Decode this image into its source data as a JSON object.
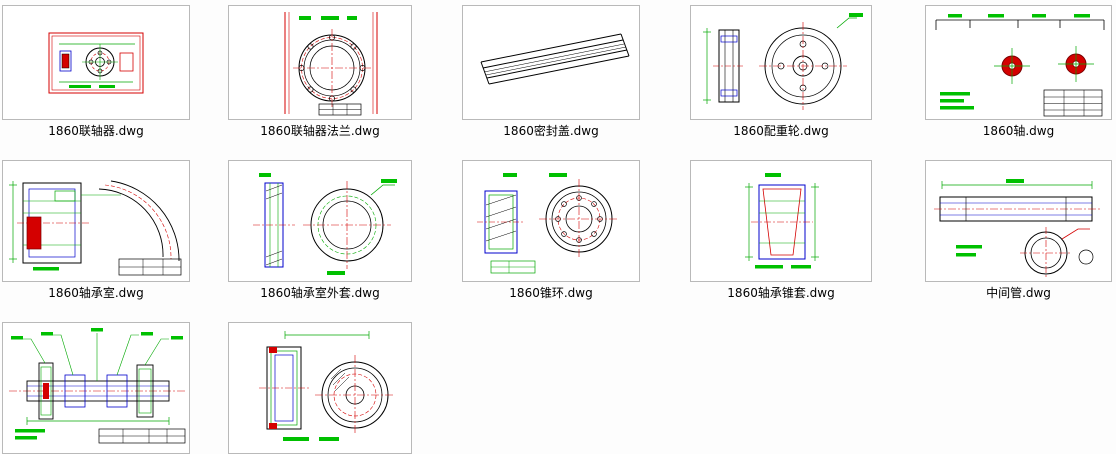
{
  "window": {
    "background": "#fdfdfd",
    "thumb_background": "#ffffff",
    "thumb_border": "#b9b9b9"
  },
  "cad_colors": {
    "red": "#d40000",
    "green": "#00a800",
    "bright_green": "#00c000",
    "blue": "#0000cc",
    "black": "#000000",
    "dark_red": "#aa0000"
  },
  "files": [
    {
      "caption": "1860联轴器.dwg",
      "drawing": "coupling"
    },
    {
      "caption": "1860联轴器法兰.dwg",
      "drawing": "coupling-flange"
    },
    {
      "caption": "1860密封盖.dwg",
      "drawing": "seal-cover"
    },
    {
      "caption": "1860配重轮.dwg",
      "drawing": "counterweight-wheel"
    },
    {
      "caption": "1860轴.dwg",
      "drawing": "shaft"
    },
    {
      "caption": "1860轴承室.dwg",
      "drawing": "bearing-housing"
    },
    {
      "caption": "1860轴承室外套.dwg",
      "drawing": "bearing-housing-outer-sleeve"
    },
    {
      "caption": "1860锥环.dwg",
      "drawing": "cone-ring"
    },
    {
      "caption": "1860轴承锥套.dwg",
      "drawing": "bearing-cone-sleeve"
    },
    {
      "caption": "中间管.dwg",
      "drawing": "intermediate-tube"
    },
    {
      "caption": "",
      "drawing": "shaft-assembly"
    },
    {
      "caption": "",
      "drawing": "sleeve-section-and-rings"
    }
  ]
}
